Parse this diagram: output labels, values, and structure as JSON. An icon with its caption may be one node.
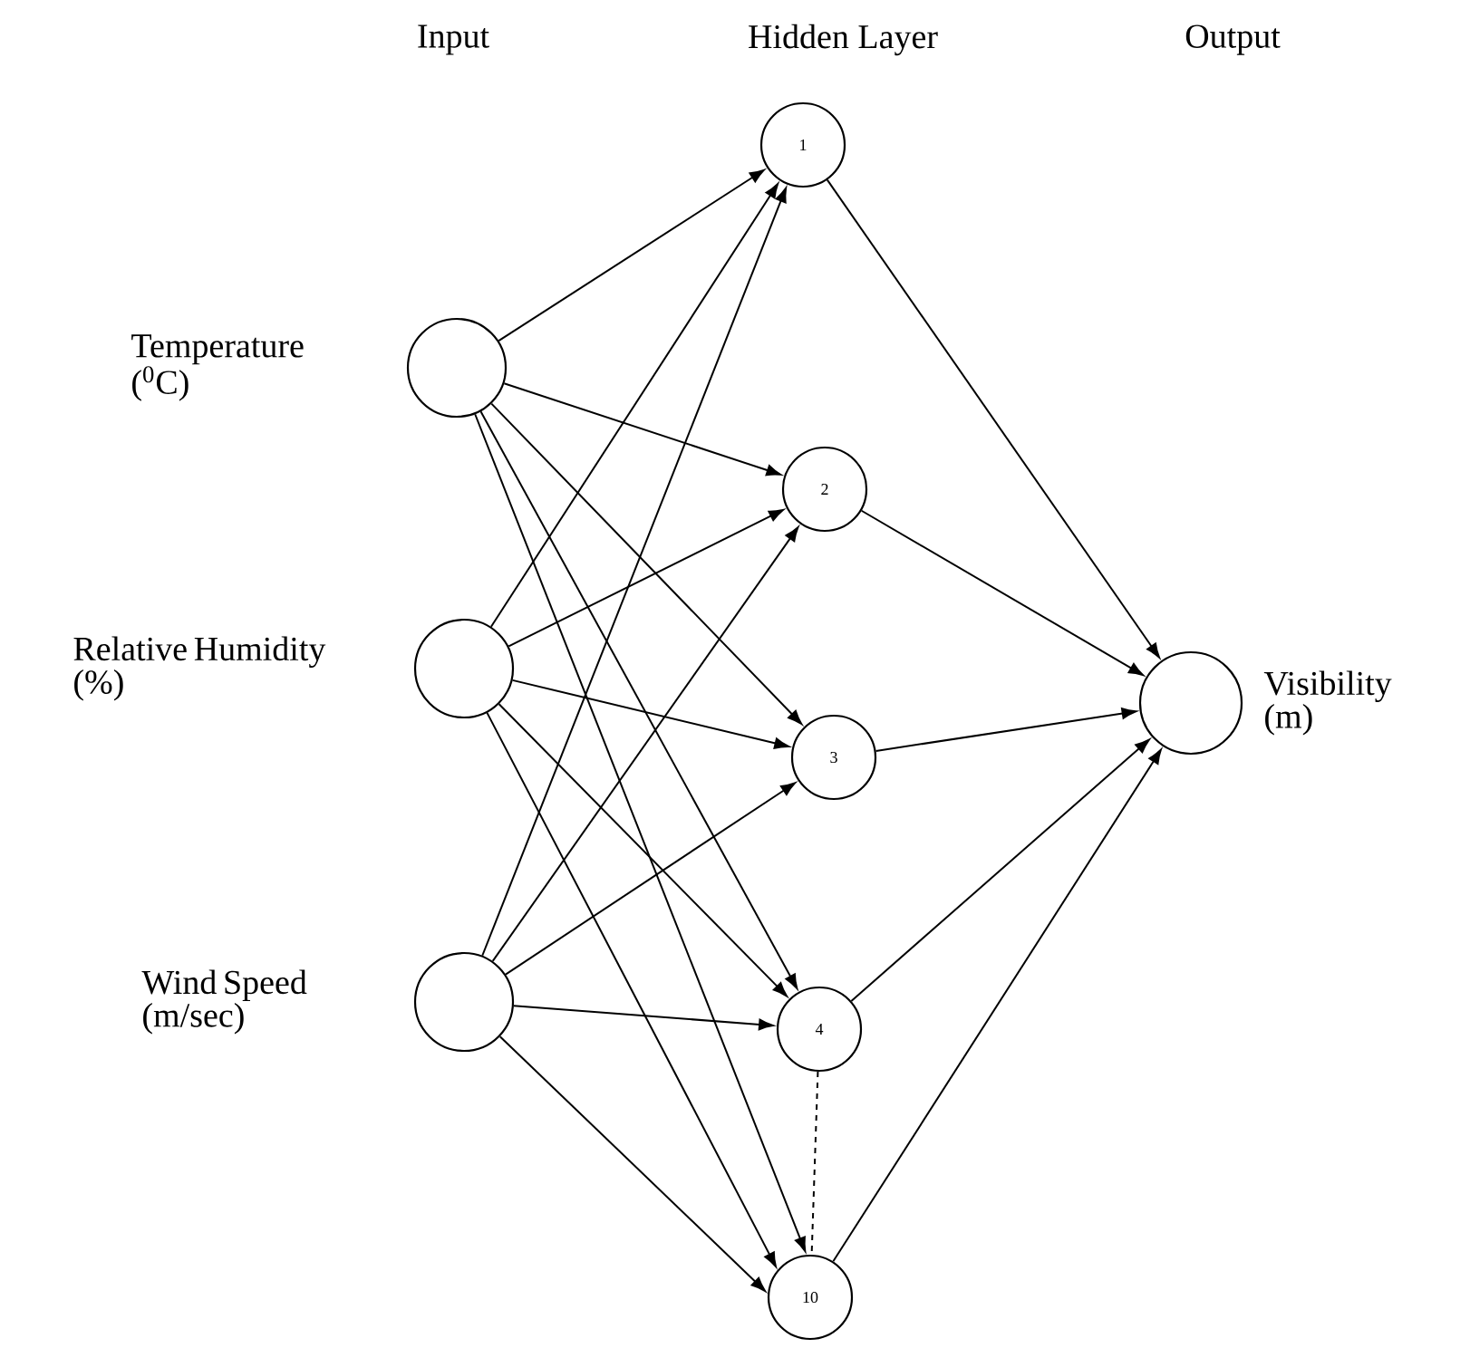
{
  "diagram": {
    "nodes": [
      {
        "text": [],
        "shape": "circle",
        "beside": [
          "Temperature ($^{0}$C)"
        ]
      },
      {
        "text": [],
        "shape": "circle",
        "beside": [
          "Relative Humidity (%)"
        ]
      },
      {
        "text": [],
        "shape": "circle",
        "beside": [
          "Wind Speed (m/sec)"
        ]
      },
      {
        "text": [
          "1"
        ]
      },
      {
        "text": [
          "2"
        ]
      },
      {
        "text": [
          "3"
        ]
      },
      {
        "text": [
          "4"
        ]
      },
      {
        "text": [
          "10"
        ]
      },
      {
        "text": [],
        "shape": "circle",
        "beside": [
          "Visibility (m)"
        ]
      }
    ],
    "edges": [
      {
        "from": 0,
        "to": 3,
        "arrow": "to"
      },
      {
        "from": 0,
        "to": 4,
        "arrow": "to"
      },
      {
        "from": 0,
        "to": 5,
        "arrow": "to"
      },
      {
        "from": 0,
        "to": 6,
        "arrow": "to"
      },
      {
        "from": 0,
        "to": 7,
        "arrow": "to"
      },
      {
        "from": 1,
        "to": 3,
        "arrow": "to"
      },
      {
        "from": 1,
        "to": 4,
        "arrow": "to"
      },
      {
        "from": 1,
        "to": 5,
        "arrow": "to"
      },
      {
        "from": 1,
        "to": 6,
        "arrow": "to"
      },
      {
        "from": 1,
        "to": 7,
        "arrow": "to"
      },
      {
        "from": 2,
        "to": 3,
        "arrow": "to"
      },
      {
        "from": 2,
        "to": 4,
        "arrow": "to"
      },
      {
        "from": 2,
        "to": 5,
        "arrow": "to"
      },
      {
        "from": 2,
        "to": 6,
        "arrow": "to"
      },
      {
        "from": 2,
        "to": 7,
        "arrow": "to"
      },
      {
        "from": 3,
        "to": 8,
        "arrow": "to"
      },
      {
        "from": 4,
        "to": 8,
        "arrow": "to"
      },
      {
        "from": 5,
        "to": 8,
        "arrow": "to"
      },
      {
        "from": 6,
        "to": 8,
        "arrow": "to"
      },
      {
        "from": 7,
        "to": 8,
        "arrow": "to"
      },
      {
        "from": 6,
        "to": 7,
        "arrow": "none",
        "style": "dashed"
      }
    ],
    "labels": [
      "Input",
      "Hidden Layer",
      "Output"
    ]
  }
}
